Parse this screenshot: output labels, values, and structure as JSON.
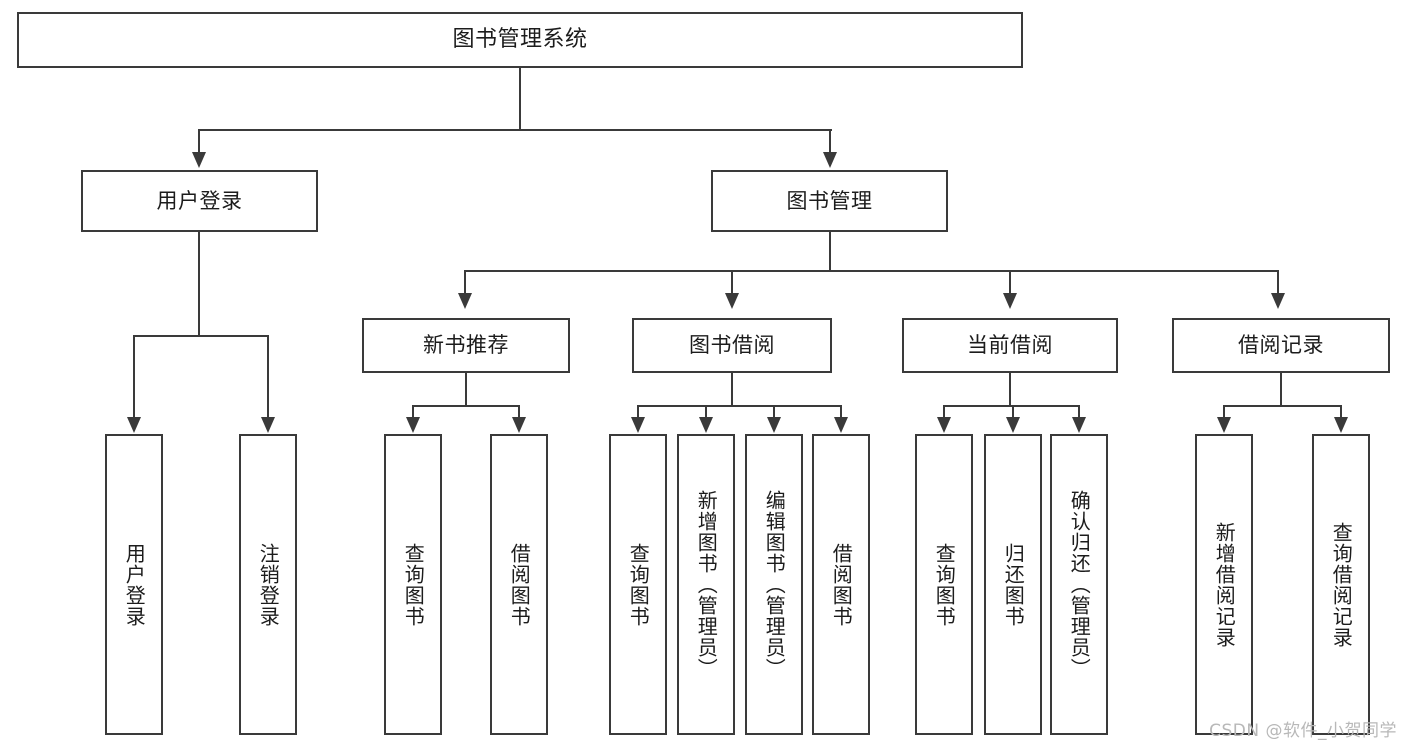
{
  "diagram": {
    "type": "tree",
    "title": "图书管理系统",
    "watermark": "CSDN @软件_小贺同学",
    "colors": {
      "box_border": "#3a3a3a",
      "box_fill": "#ffffff",
      "connector": "#3a3a3a",
      "text": "#1c1c1c",
      "watermark": "#b8b8b8",
      "background": "#ffffff"
    },
    "levels": {
      "root": {
        "label": "图书管理系统"
      },
      "level2": [
        {
          "label": "用户登录"
        },
        {
          "label": "图书管理"
        }
      ],
      "level3": [
        {
          "label": "新书推荐"
        },
        {
          "label": "图书借阅"
        },
        {
          "label": "当前借阅"
        },
        {
          "label": "借阅记录"
        }
      ],
      "leaves": {
        "user_login": [
          {
            "label": "用户登录"
          },
          {
            "label": "注销登录"
          }
        ],
        "new_book": [
          {
            "label": "查询图书"
          },
          {
            "label": "借阅图书"
          }
        ],
        "book_borrow": [
          {
            "label": "查询图书"
          },
          {
            "label": "新增图书（管理员）"
          },
          {
            "label": "编辑图书（管理员）"
          },
          {
            "label": "借阅图书"
          }
        ],
        "current_borrow": [
          {
            "label": "查询图书"
          },
          {
            "label": "归还图书"
          },
          {
            "label": "确认归还（管理员）"
          }
        ],
        "borrow_record": [
          {
            "label": "新增借阅记录"
          },
          {
            "label": "查询借阅记录"
          }
        ]
      }
    }
  }
}
